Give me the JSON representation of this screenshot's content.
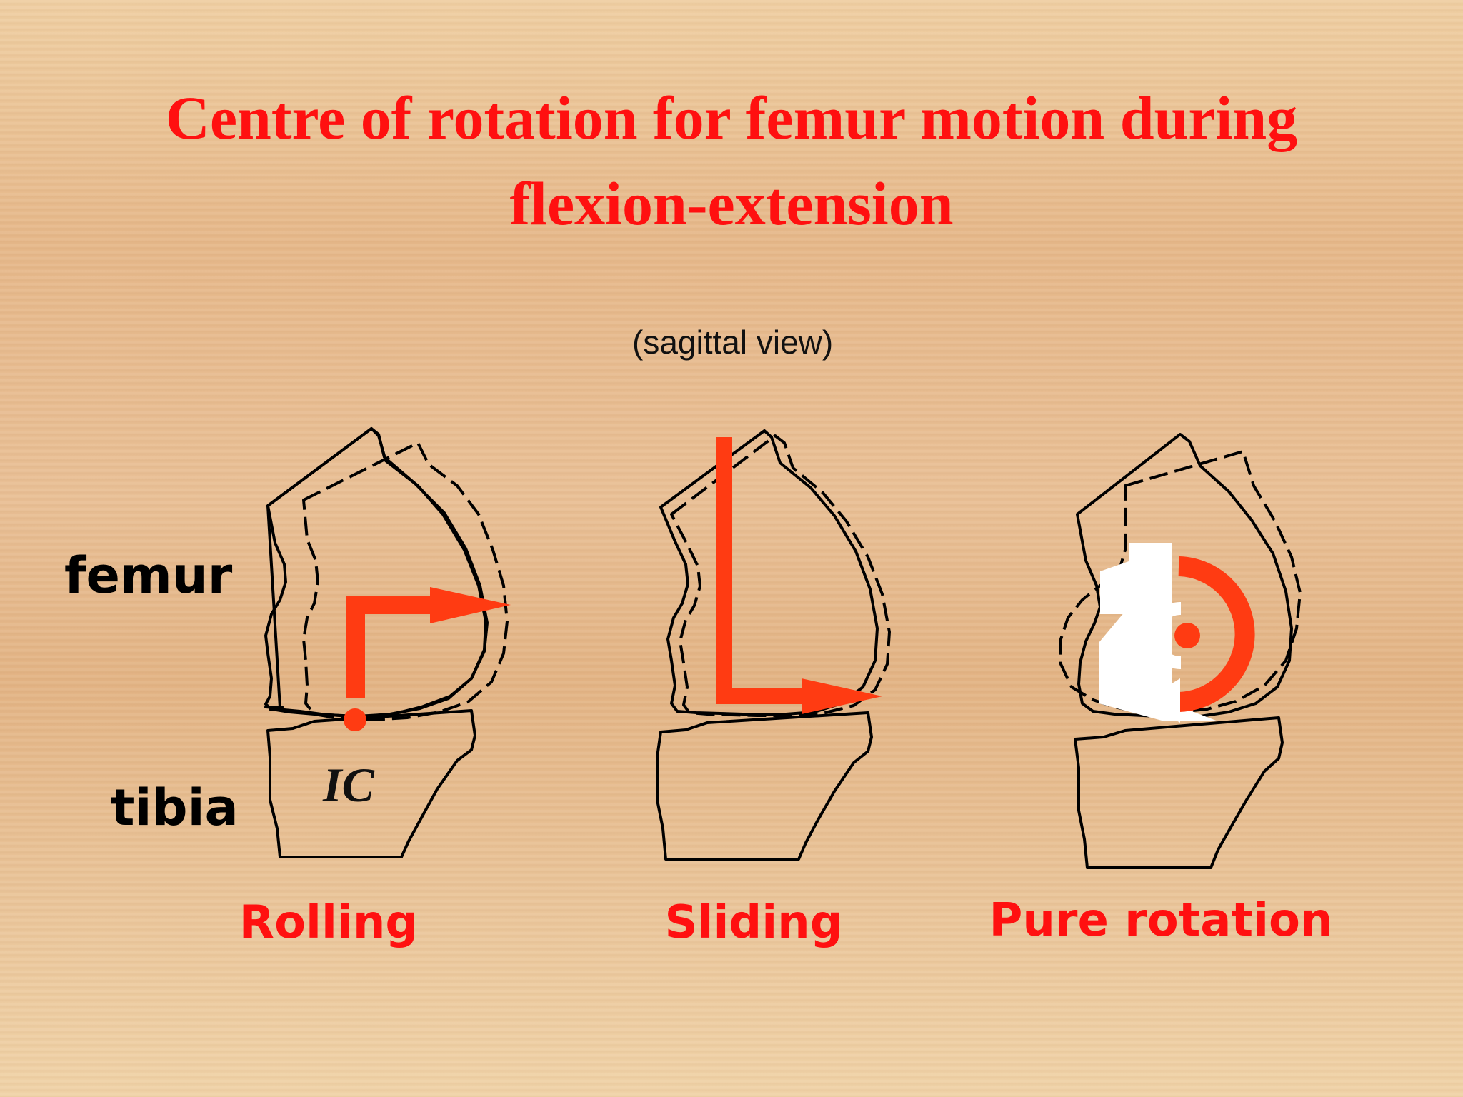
{
  "title": {
    "line1": "Centre of rotation for femur motion during",
    "line2": "flexion-extension"
  },
  "subtitle": "(sagittal view)",
  "labels": {
    "femur": "femur",
    "tibia": "tibia",
    "ic": "IC"
  },
  "modes": [
    {
      "label": "Rolling"
    },
    {
      "label": "Sliding"
    },
    {
      "label": "Pure rotation"
    }
  ],
  "colors": {
    "title": "#ff1010",
    "arrow": "#ff3b12",
    "outline": "#000000",
    "background": "#e8bf92"
  }
}
